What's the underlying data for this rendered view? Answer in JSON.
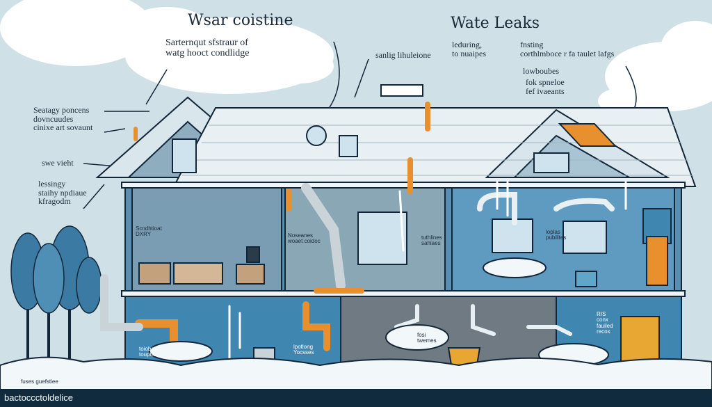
{
  "titles": {
    "left": "Wsar coistine",
    "right": "Wate Leaks"
  },
  "labels": {
    "cloud_text": "Sarternqut sfstraur  of\nwatg hooct condlidge",
    "middle_top": "sanlig lihuleione",
    "middle_right": "leduring,\nto nuaipes",
    "right_block_1": "fnsting\ncorthlmboce r fa taulet lafgs",
    "right_block_2": "lowboubes",
    "right_block_3": "fok spneloe\nfef ivaeants",
    "left_1": "Seatagy poncens\ndovncuudes\ncinixe art sovaunt",
    "left_2": "swe vieht",
    "left_3": "lessingy\nstaihy npdiaue\nkfragodm",
    "room_1": "Scndhtioat\nDXRY",
    "room_2": "Noseanes\nwoaet coidoc",
    "room_3": "tuthlines\nsahiaes",
    "room_4": "loplas\npubilites",
    "basement_1": "toiobsy\ntouptto",
    "basement_2": "lpotlong\nYocsses",
    "basement_3": "fosi\ntwemes",
    "basement_4": "RIS\nconx\nfauiled\nrecox",
    "bottom_left": "fuses guefstiee"
  },
  "footer": {
    "text": "bactoccctoldelice"
  },
  "colors": {
    "sky": "#cfe0e6",
    "wall": "#5b8fb0",
    "water": "#3f86b0",
    "pipe": "#e8902d",
    "outline": "#12263a",
    "snow": "#f2f7fa",
    "footer": "#102a3e"
  }
}
